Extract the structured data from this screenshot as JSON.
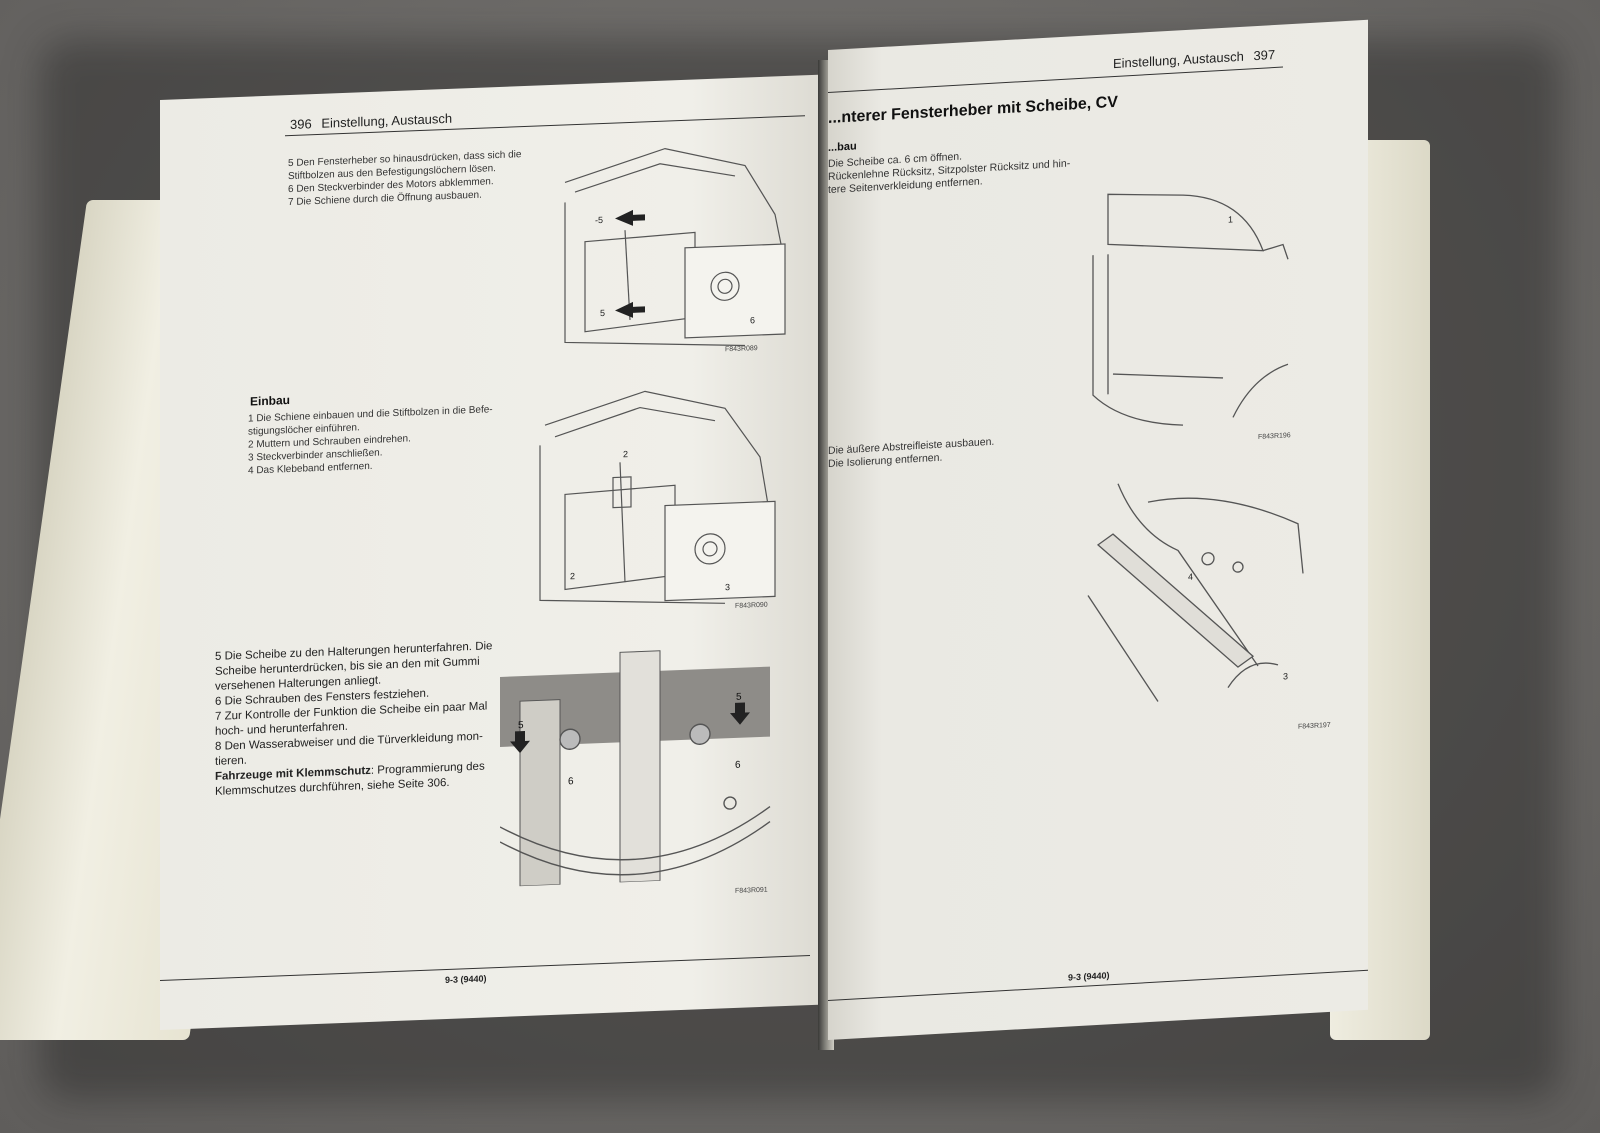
{
  "left_page": {
    "header": {
      "page_number": "396",
      "section": "Einstellung, Austausch"
    },
    "steps_top": [
      "5  Den Fensterheber so hinausdrücken, dass sich die",
      "    Stiftbolzen aus den Befestigungslöchern lösen.",
      "6  Den Steckverbinder des Motors abklemmen.",
      "7  Die Schiene durch die Öffnung ausbauen."
    ],
    "fig1_code": "F843R089",
    "einbau_heading": "Einbau",
    "einbau_steps": [
      "1  Die Schiene einbauen und die Stiftbolzen in die Befe-",
      "    stigungslöcher einführen.",
      "2  Muttern und Schrauben eindrehen.",
      "3  Steckverbinder anschließen.",
      "4  Das Klebeband entfernen."
    ],
    "fig2_code": "F843R090",
    "steps_bottom": [
      "5  Die Scheibe zu den Halterungen herunterfahren. Die",
      "    Scheibe herunterdrücken, bis sie an den mit Gummi",
      "    versehenen Halterungen anliegt.",
      "6  Die Schrauben des Fensters festziehen.",
      "7  Zur Kontrolle der Funktion die Scheibe ein paar Mal",
      "    hoch- und herunterfahren.",
      "8  Den Wasserabweiser und die Türverkleidung mon-",
      "    tieren."
    ],
    "klemm_bold": "Fahrzeuge mit Klemmschutz",
    "klemm_text": ": Programmierung des",
    "klemm_text2": "Klemmschutzes durchführen, siehe Seite 306.",
    "fig3_code": "F843R091",
    "footer": "9-3 (9440)",
    "callouts": {
      "n5": "5",
      "n6": "6",
      "n2": "2",
      "n3": "3",
      "m5": "-5"
    }
  },
  "right_page": {
    "header": {
      "section": "Einstellung, Austausch",
      "page_number": "397"
    },
    "title": "...nterer Fensterheber mit Scheibe, CV",
    "subheading": "...bau",
    "steps": [
      "Die Scheibe ca. 6 cm öffnen.",
      "Rückenlehne Rücksitz, Sitzpolster Rücksitz und hin-",
      "tere Seitenverkleidung entfernen."
    ],
    "steps2": [
      "Die äußere Abstreifleiste ausbauen.",
      "Die Isolierung entfernen."
    ],
    "fig1_code": "F843R196",
    "fig2_code": "F843R197",
    "footer": "9-3 (9440)",
    "callouts": {
      "n1": "1",
      "n4": "4",
      "n3": "3"
    }
  }
}
